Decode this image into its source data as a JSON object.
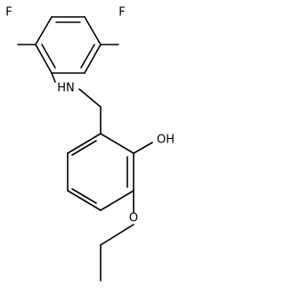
{
  "molecule": {
    "atom_labels": {
      "fluorine_left": "F",
      "fluorine_right": "F",
      "amine": "HN",
      "hydroxyl": "OH",
      "ether_oxygen": "O"
    },
    "colors": {
      "bond": "#000000",
      "label": "#000000",
      "background": "#ffffff"
    }
  }
}
